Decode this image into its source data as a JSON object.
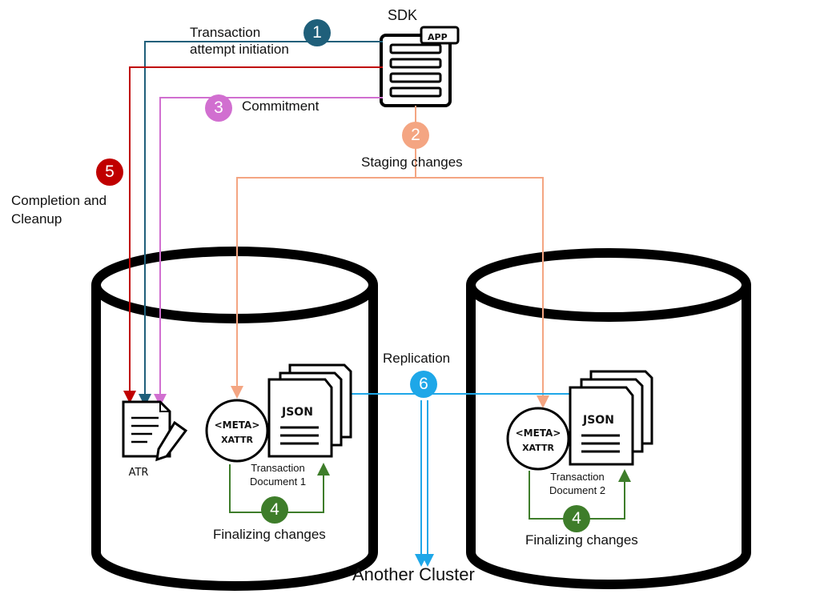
{
  "sdk": {
    "title": "SDK",
    "app_tag": "APP"
  },
  "steps": {
    "s1": {
      "num": "1",
      "label_line1": "Transaction",
      "label_line2": "attempt initiation",
      "color": "#1f5f7a"
    },
    "s2": {
      "num": "2",
      "label": "Staging changes",
      "color": "#f4a582"
    },
    "s3": {
      "num": "3",
      "label": "Commitment",
      "color": "#d16fd0"
    },
    "s4": {
      "num": "4",
      "label": "Finalizing changes",
      "color": "#3e7d2a"
    },
    "s5": {
      "num": "5",
      "label_line1": "Completion and",
      "label_line2": "Cleanup",
      "color": "#c00000"
    },
    "s6": {
      "num": "6",
      "label": "Replication",
      "color": "#1ea7e8"
    }
  },
  "left_db": {
    "atr_label": "ATR",
    "doc": {
      "meta": "<META>",
      "xattr": "XATTR",
      "json": "JSON",
      "caption_line1": "Transaction",
      "caption_line2": "Document 1"
    }
  },
  "right_db": {
    "doc": {
      "meta": "<META>",
      "xattr": "XATTR",
      "json": "JSON",
      "caption_line1": "Transaction",
      "caption_line2": "Document 2"
    }
  },
  "another_cluster": "Another Cluster"
}
